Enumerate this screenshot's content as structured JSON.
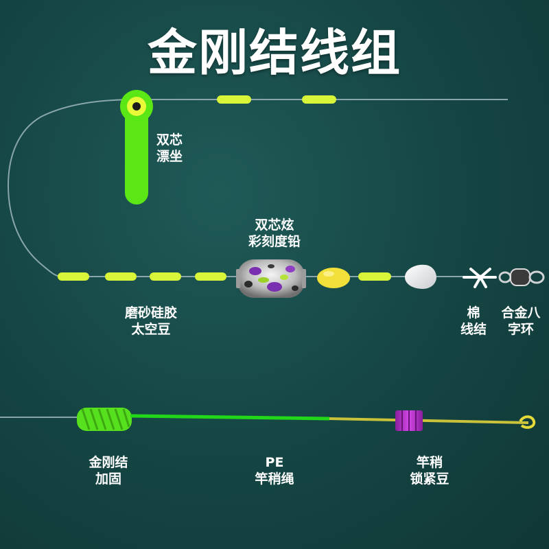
{
  "title": "金刚结线组",
  "labels": {
    "float_seat": [
      "双芯",
      "漂坐"
    ],
    "sinker": [
      "双芯炫",
      "彩刻度铅"
    ],
    "space_bean": [
      "磨砂硅胶",
      "太空豆"
    ],
    "cotton_knot": [
      "棉",
      "线结"
    ],
    "swivel": [
      "合金八",
      "字环"
    ],
    "king_knot": [
      "金刚结",
      "加固"
    ],
    "pe_rope": [
      "PE",
      "竿稍绳"
    ],
    "lock_bean": [
      "竿稍",
      "锁紧豆"
    ]
  },
  "colors": {
    "line": "#8aa6ad",
    "float_green": "#5be616",
    "bead_yellow": "#d9f53a",
    "egg_yellow": "#f2e03a",
    "pe_green": "#22d61a",
    "pe_yellow": "#c9c23a",
    "lock_purple": "#b22fc7",
    "knot_green": "#57e01e"
  }
}
